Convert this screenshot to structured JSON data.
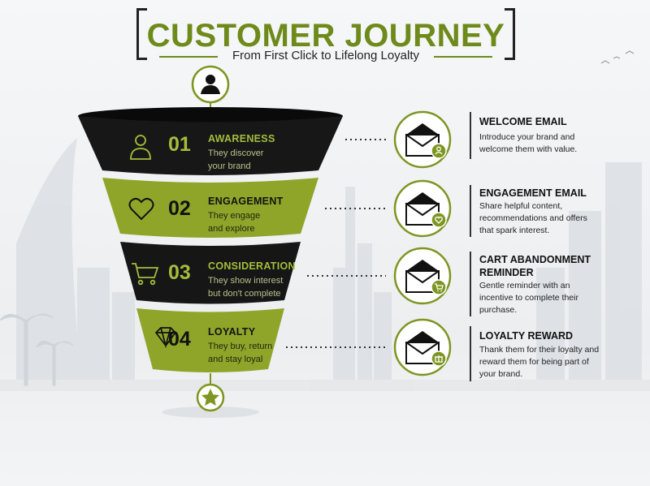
{
  "header": {
    "title": "CUSTOMER JOURNEY",
    "subtitle": "From First Click to Lifelong Loyalty"
  },
  "colors": {
    "accent": "#7d9622",
    "accent_light": "#8ea52a",
    "dark": "#161616",
    "text": "#111111"
  },
  "icons": {
    "top": "person-icon",
    "bottom": "star-icon"
  },
  "stages": [
    {
      "number": "01",
      "title": "AWARENESS",
      "desc": "They discover your brand",
      "icon": "person-icon",
      "theme": "dark"
    },
    {
      "number": "02",
      "title": "ENGAGEMENT",
      "desc": "They engage and explore",
      "icon": "heart-icon",
      "theme": "light"
    },
    {
      "number": "03",
      "title": "CONSIDERATION",
      "desc": "They show interest but don't complete",
      "icon": "cart-icon",
      "theme": "dark"
    },
    {
      "number": "04",
      "title": "LOYALTY",
      "desc": "They buy, return and stay loyal",
      "icon": "diamond-icon",
      "theme": "light"
    }
  ],
  "emails": [
    {
      "title": "WELCOME EMAIL",
      "desc": "Introduce your brand and welcome them with value.",
      "badge": "person-icon"
    },
    {
      "title": "ENGAGEMENT EMAIL",
      "desc": "Share helpful content, recommendations and offers that spark interest.",
      "badge": "heart-icon"
    },
    {
      "title": "CART ABANDONMENT REMINDER",
      "desc": "Gentle reminder with an incentive to complete their purchase.",
      "badge": "cart-icon"
    },
    {
      "title": "LOYALTY REWARD",
      "desc": "Thank them for their loyalty and reward them for being part of your brand.",
      "badge": "gift-icon"
    }
  ]
}
